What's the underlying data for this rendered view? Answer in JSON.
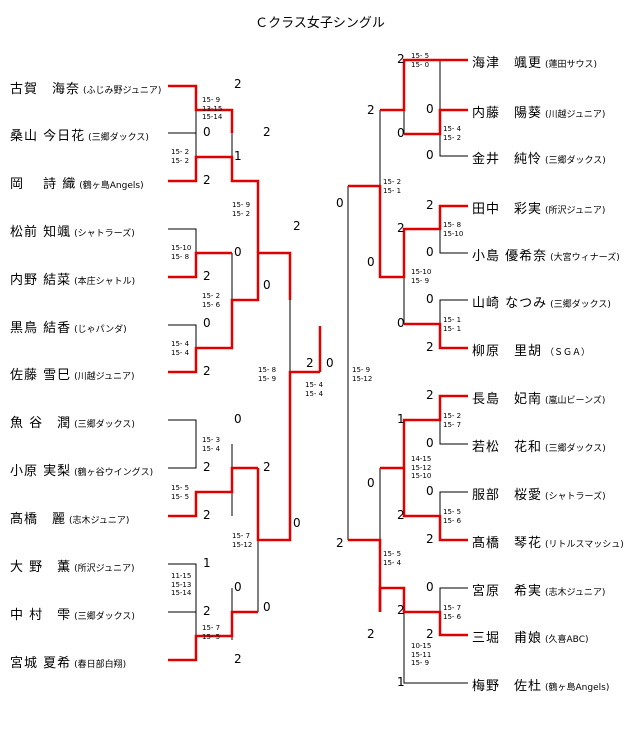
{
  "title": "Ｃクラス女子シングル",
  "left_players": [
    {
      "name": "古賀　海奈",
      "club": "(ふじみ野ジュニア)"
    },
    {
      "name": "桑山 今日花",
      "club": "(三郷ダックス)"
    },
    {
      "name": "岡　 詩 織",
      "club": "(鶴ヶ島Angels)"
    },
    {
      "name": "松前 知颯",
      "club": "(シャトラーズ)"
    },
    {
      "name": "内野 結菜",
      "club": "(本庄シャトル)"
    },
    {
      "name": "黒鳥 結香",
      "club": "(じゃパンダ)"
    },
    {
      "name": "佐藤 雪巳",
      "club": "(川越ジュニア)"
    },
    {
      "name": "魚 谷　潤",
      "club": "(三郷ダックス)"
    },
    {
      "name": "小原 実梨",
      "club": "(鶴ヶ谷ウイングス)"
    },
    {
      "name": "髙橋　麗",
      "club": "(志木ジュニア)"
    },
    {
      "name": "大 野　薫",
      "club": "(所沢ジュニア)"
    },
    {
      "name": "中 村　雫",
      "club": "(三郷ダックス)"
    },
    {
      "name": "宮城 夏希",
      "club": "(春日部白翔)"
    }
  ],
  "right_players": [
    {
      "name": "海津　颯更",
      "club": "(蓮田サウス)"
    },
    {
      "name": "内藤　陽葵",
      "club": "(川越ジュニア)"
    },
    {
      "name": "金井　純怜",
      "club": "(三郷ダックス)"
    },
    {
      "name": "田中　彩実",
      "club": "(所沢ジュニア)"
    },
    {
      "name": "小島 優希奈",
      "club": "(大宮ウィナーズ)"
    },
    {
      "name": "山崎 なつみ",
      "club": "(三郷ダックス)"
    },
    {
      "name": "柳原　里胡",
      "club": "（ＳＧＡ）"
    },
    {
      "name": "長島　妃南",
      "club": "(嵐山ビーンズ)"
    },
    {
      "name": "若松　花和",
      "club": "(三郷ダックス)"
    },
    {
      "name": "服部　桜愛",
      "club": "(シャトラーズ)"
    },
    {
      "name": "髙橋　琴花",
      "club": "(リトルスマッシュ)"
    },
    {
      "name": "宮原　希実",
      "club": "(志木ジュニア)"
    },
    {
      "name": "三堀　甫娘",
      "club": "(久喜ABC)"
    },
    {
      "name": "梅野　佐杜",
      "club": "(鶴ヶ島Angels)"
    }
  ],
  "left_round_scores": [
    [
      "2",
      "0",
      "1",
      "2",
      "0",
      "2",
      "0",
      "2",
      "0",
      "2",
      "0",
      "2",
      "1",
      "0",
      "2",
      "2"
    ],
    [
      "2",
      "0",
      "2",
      "0"
    ],
    [
      "2",
      "0"
    ],
    [
      "2"
    ]
  ],
  "left_round_games": [
    "15- 9\n13-15\n15-14",
    "15- 2\n15- 2",
    "15-10\n15- 8",
    "15- 2\n15- 6",
    "15- 4\n15- 4",
    "15- 3\n15- 4",
    "15- 5\n15- 5",
    "11-15\n15-13\n15-14",
    "15- 7\n15- 5",
    "15- 9\n15- 2",
    "15- 7\n15-12",
    "15- 8\n15- 9"
  ],
  "right_round_scores": [
    [
      "2",
      "0",
      "0",
      "2",
      "2",
      "0",
      "0",
      "2",
      "2",
      "0",
      "0",
      "2",
      "2",
      "0",
      "0",
      "2",
      "2",
      "0",
      "0",
      "2",
      "2",
      "1"
    ],
    [
      "2",
      "0",
      "2",
      "0"
    ],
    [
      "0",
      "2"
    ],
    [
      "0"
    ]
  ],
  "right_round_games": [
    "15- 5\n15- 0",
    "15- 4\n15- 2",
    "15- 8\n15-10",
    "15- 1\n15- 1",
    "15- 2\n15- 7",
    "15- 5\n15- 6",
    "15- 7\n15- 6",
    "15-10\n15- 9",
    "14-15\n15-12\n15-10",
    "10-15\n15-11\n15- 9",
    "15- 2\n15- 1",
    "15- 5\n15- 4",
    "15- 9\n15-12"
  ],
  "final": {
    "score_left": "2",
    "score_right": "0",
    "games": "15- 4\n15- 4"
  }
}
